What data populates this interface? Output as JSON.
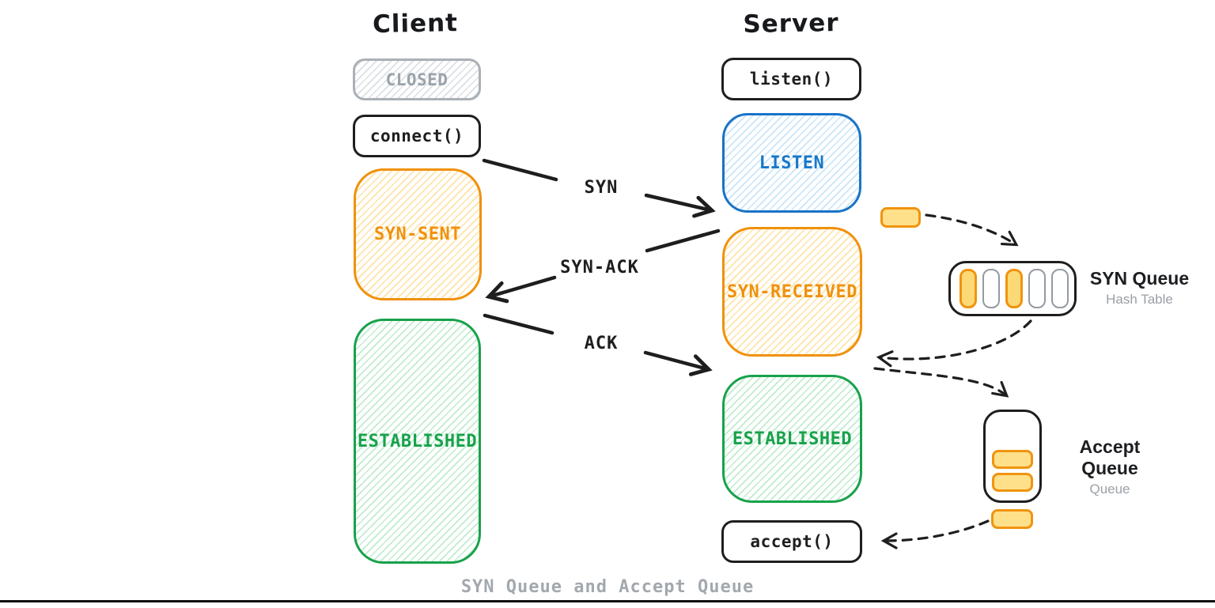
{
  "client": {
    "title": "Client",
    "states": [
      {
        "label": "CLOSED"
      },
      {
        "label": "connect()"
      },
      {
        "label": "SYN-SENT"
      },
      {
        "label": "ESTABLISHED"
      }
    ]
  },
  "server": {
    "title": "Server",
    "states": [
      {
        "label": "listen()"
      },
      {
        "label": "LISTEN"
      },
      {
        "label": "SYN-RECEIVED"
      },
      {
        "label": "ESTABLISHED"
      },
      {
        "label": "accept()"
      }
    ]
  },
  "messages": [
    {
      "label": "SYN"
    },
    {
      "label": "SYN-ACK"
    },
    {
      "label": "ACK"
    }
  ],
  "syn_queue": {
    "title": "SYN Queue",
    "subtitle": "Hash Table",
    "slots": [
      "filled",
      "empty",
      "filled",
      "empty",
      "empty"
    ]
  },
  "accept_queue": {
    "title": "Accept Queue",
    "subtitle": "Queue",
    "slots": [
      "filled",
      "filled"
    ]
  },
  "caption": "SYN Queue and Accept Queue",
  "colors": {
    "black": "#1e1e1e",
    "gray": "#9aa0a6",
    "orange": "#f0910c",
    "blue": "#1878c8",
    "green": "#18a24b",
    "token_fill": "#ffe08a",
    "slot_fill": "#fbd976"
  }
}
